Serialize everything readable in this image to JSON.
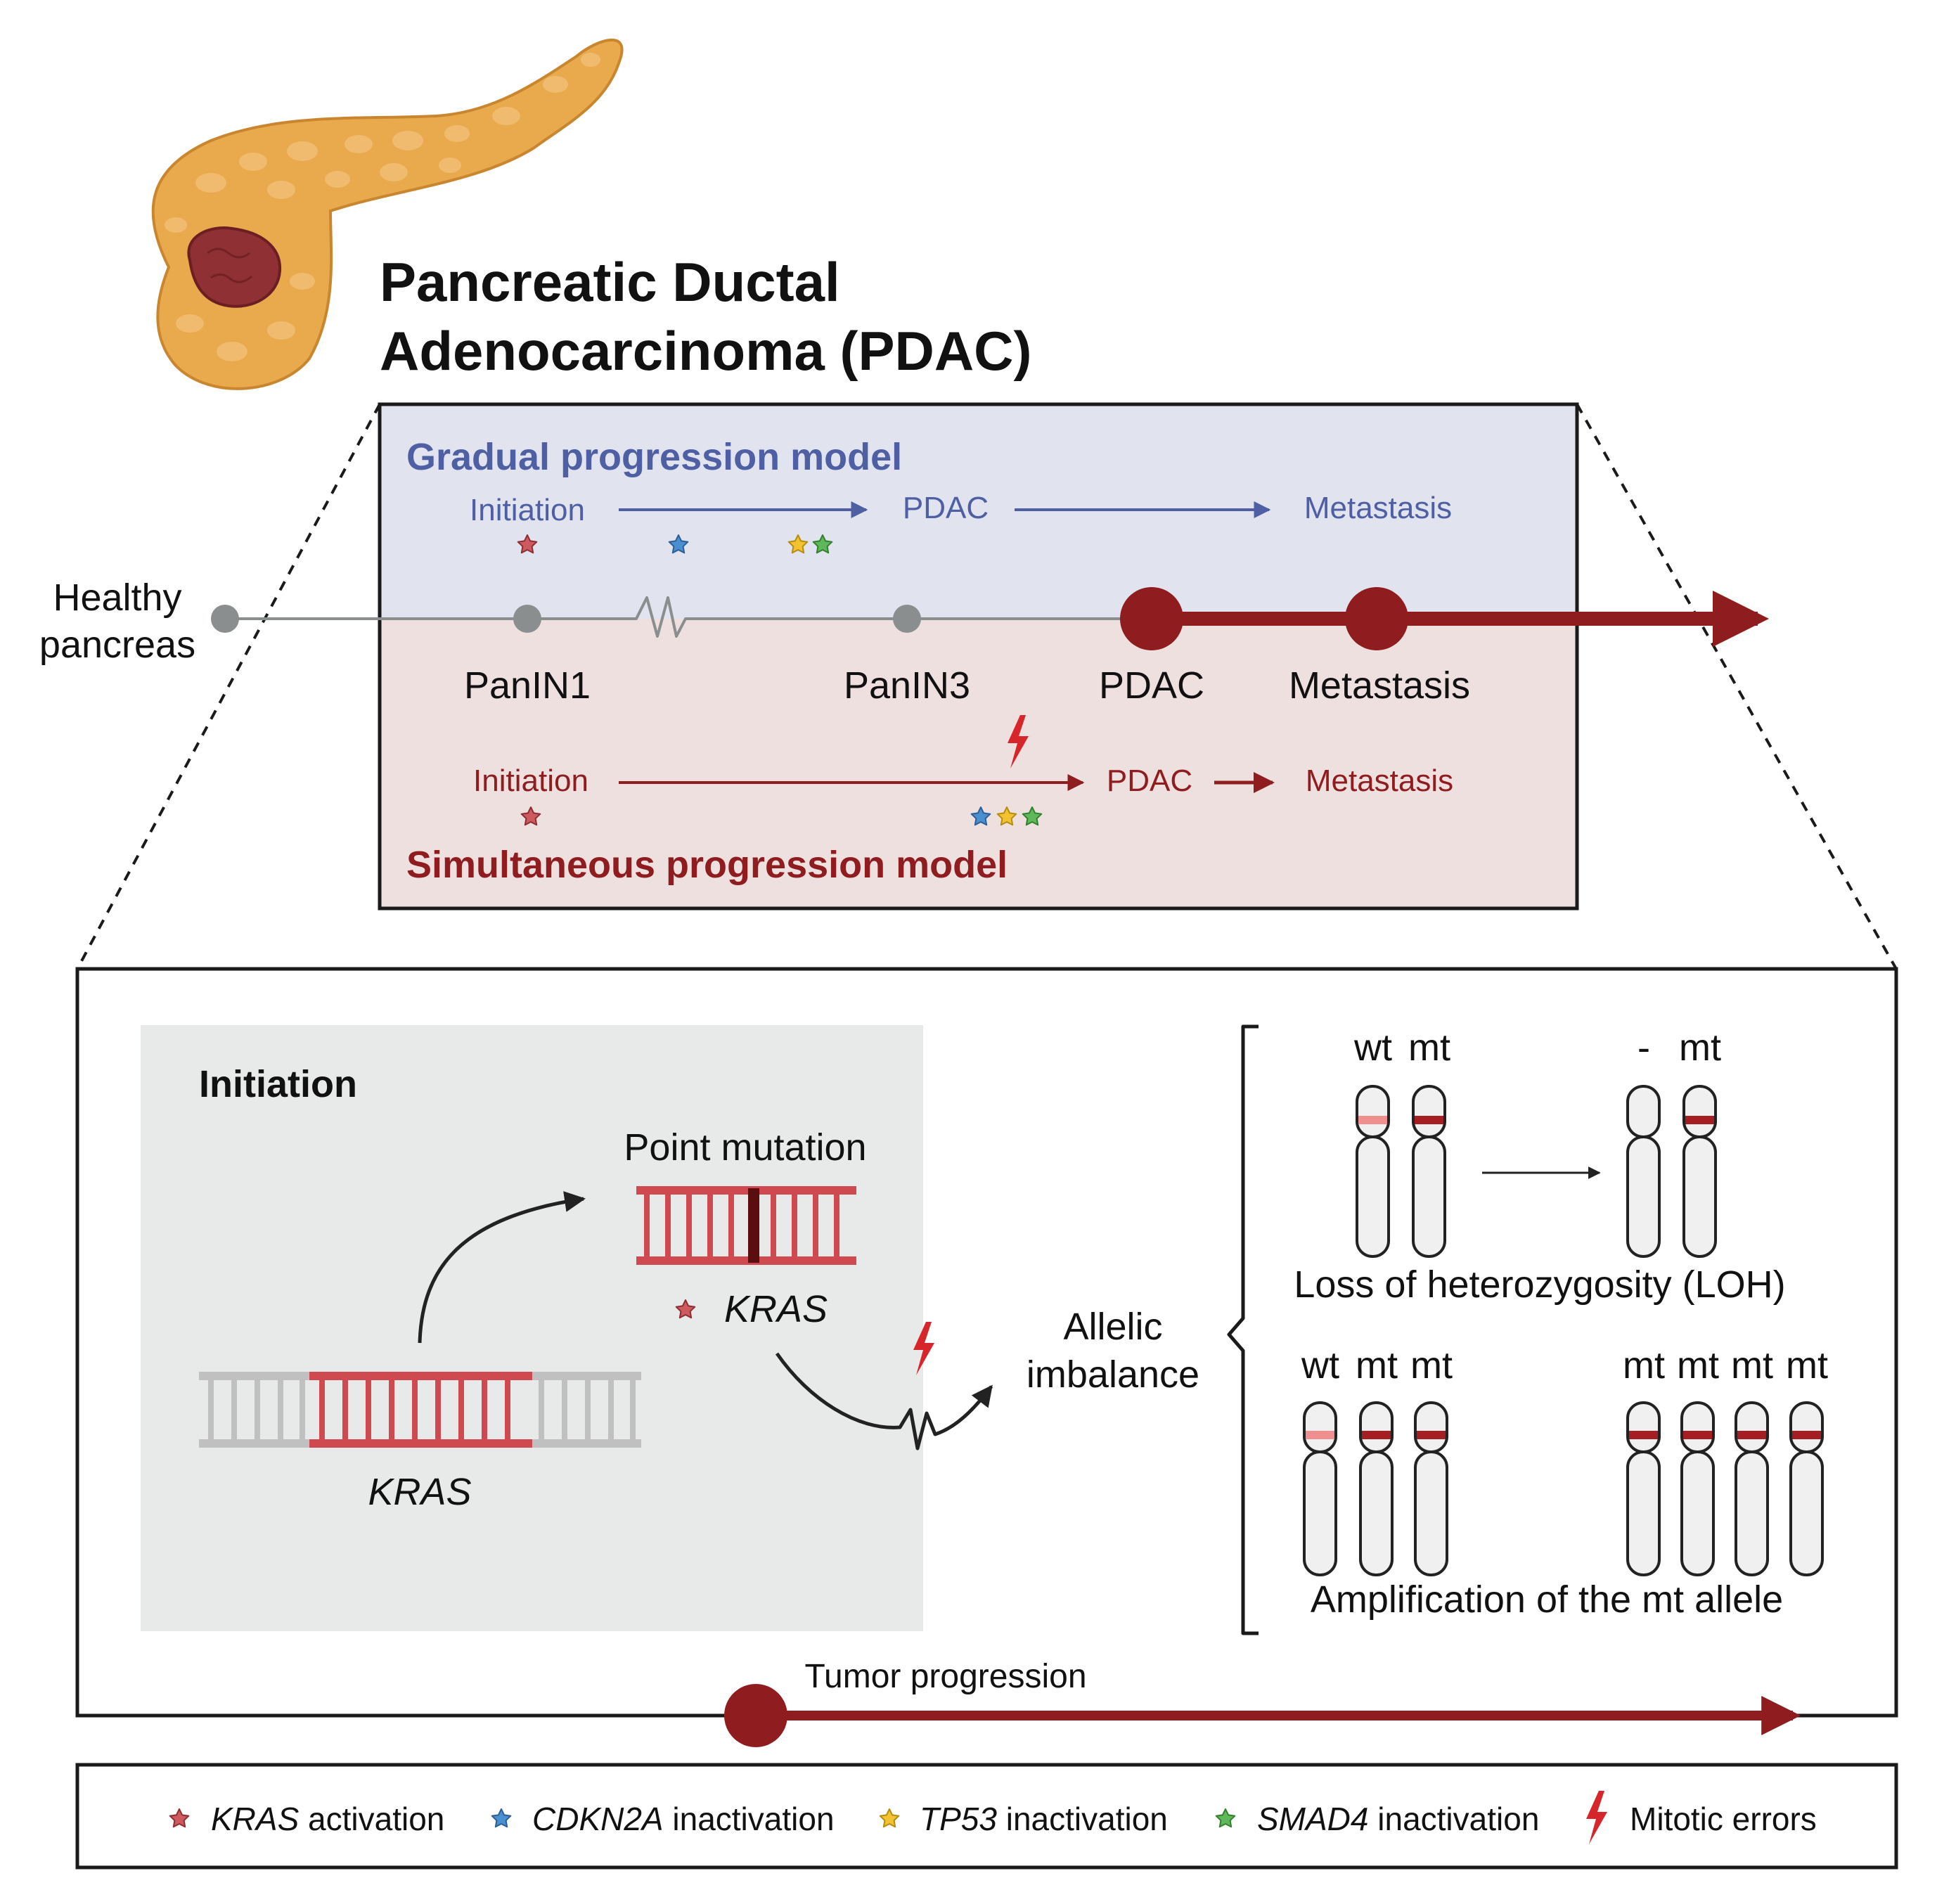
{
  "title": {
    "line1": "Pancreatic Ductal",
    "line2": "Adenocarcinoma (PDAC)"
  },
  "colors": {
    "gradual": "#4e5fa3",
    "simultaneous": "#8f1c1f",
    "gradual_bg": "#e1e4ef",
    "simultaneous_bg": "#efe0e0",
    "kras_star": "#cc5a5f",
    "cdkn2a_star": "#4a8fd0",
    "tp53_star": "#f2c230",
    "smad4_star": "#5fb85a",
    "mitotic": "#d7262b",
    "dna_red": "#cf4a50",
    "dna_grey": "#c0c0c0",
    "allele_wt": "#ef8f90",
    "allele_mt": "#a51f22",
    "initiation_bg": "#e8eaea",
    "pancreas": "#e9a94d",
    "tumor": "#8e3034"
  },
  "icons": {
    "organ": "pancreas-with-tumor-icon",
    "mutation": "star-icon",
    "mitotic": "lightning-bolt-icon"
  },
  "timeline": {
    "start_label_1": "Healthy",
    "start_label_2": "pancreas",
    "stages": [
      "PanIN1",
      "PanIN3",
      "PDAC",
      "Metastasis"
    ]
  },
  "gradual_model": {
    "title": "Gradual progression model",
    "initiation": "Initiation",
    "pdac": "PDAC",
    "metastasis": "Metastasis"
  },
  "simultaneous_model": {
    "title": "Simultaneous progression model",
    "initiation": "Initiation",
    "pdac": "PDAC",
    "metastasis": "Metastasis"
  },
  "detail": {
    "initiation_title": "Initiation",
    "point_mutation": "Point mutation",
    "gene_mutated": "KRAS",
    "gene_wt": "KRAS",
    "allelic_imbalance_1": "Allelic",
    "allelic_imbalance_2": "imbalance",
    "loh": {
      "before": [
        "wt",
        "mt"
      ],
      "after": [
        "-",
        "mt"
      ],
      "caption": "Loss of heterozygosity (LOH)"
    },
    "amplification": {
      "before": [
        "wt",
        "mt",
        "mt"
      ],
      "after": [
        "mt",
        "mt",
        "mt",
        "mt"
      ],
      "caption": "Amplification of the mt allele"
    },
    "tumor_progression": "Tumor progression"
  },
  "legend": [
    {
      "gene": "KRAS",
      "text": " activation",
      "icon": "kras-star-icon"
    },
    {
      "gene": "CDKN2A",
      "text": " inactivation",
      "icon": "cdkn2a-star-icon"
    },
    {
      "gene": "TP53",
      "text": " inactivation",
      "icon": "tp53-star-icon"
    },
    {
      "gene": "SMAD4",
      "text": " inactivation",
      "icon": "smad4-star-icon"
    },
    {
      "gene": "",
      "text": "Mitotic errors",
      "icon": "lightning-bolt-icon"
    }
  ]
}
